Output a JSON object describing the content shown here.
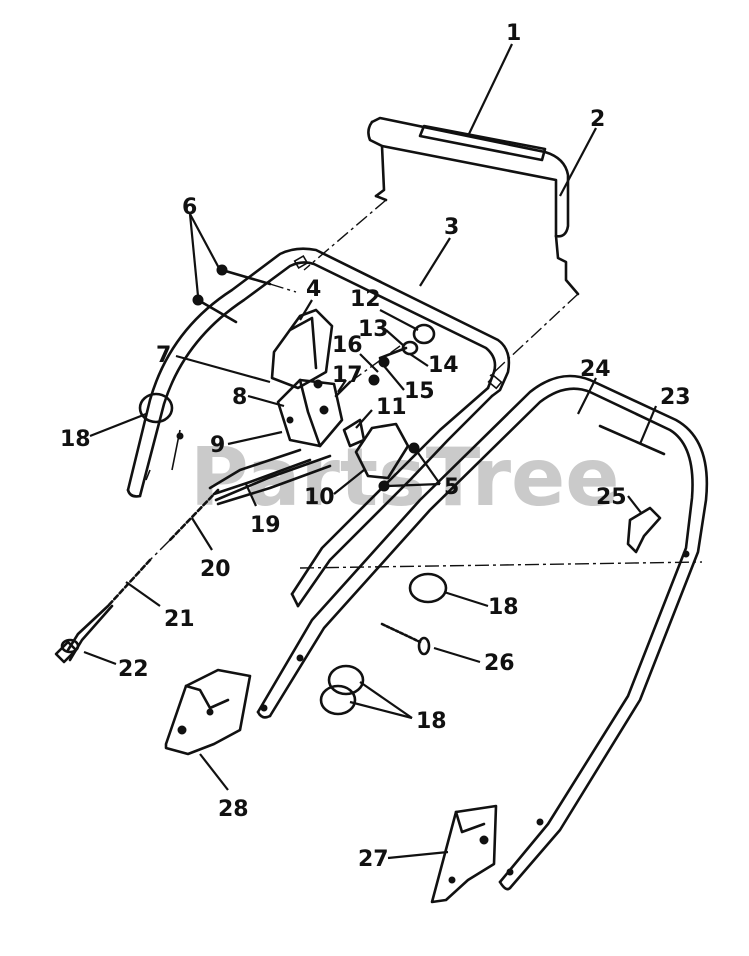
{
  "watermark": "PartsTree",
  "callouts": [
    {
      "id": "1",
      "label": "1"
    },
    {
      "id": "2",
      "label": "2"
    },
    {
      "id": "3",
      "label": "3"
    },
    {
      "id": "4",
      "label": "4"
    },
    {
      "id": "5",
      "label": "5"
    },
    {
      "id": "6",
      "label": "6"
    },
    {
      "id": "7",
      "label": "7"
    },
    {
      "id": "8",
      "label": "8"
    },
    {
      "id": "9",
      "label": "9"
    },
    {
      "id": "10",
      "label": "10"
    },
    {
      "id": "11",
      "label": "11"
    },
    {
      "id": "12",
      "label": "12"
    },
    {
      "id": "13",
      "label": "13"
    },
    {
      "id": "14",
      "label": "14"
    },
    {
      "id": "15",
      "label": "15"
    },
    {
      "id": "16",
      "label": "16"
    },
    {
      "id": "17",
      "label": "17"
    },
    {
      "id": "18a",
      "label": "18"
    },
    {
      "id": "18b",
      "label": "18"
    },
    {
      "id": "18c",
      "label": "18"
    },
    {
      "id": "19",
      "label": "19"
    },
    {
      "id": "20",
      "label": "20"
    },
    {
      "id": "21",
      "label": "21"
    },
    {
      "id": "22",
      "label": "22"
    },
    {
      "id": "23",
      "label": "23"
    },
    {
      "id": "24",
      "label": "24"
    },
    {
      "id": "25",
      "label": "25"
    },
    {
      "id": "26",
      "label": "26"
    },
    {
      "id": "27",
      "label": "27"
    },
    {
      "id": "28",
      "label": "28"
    }
  ]
}
